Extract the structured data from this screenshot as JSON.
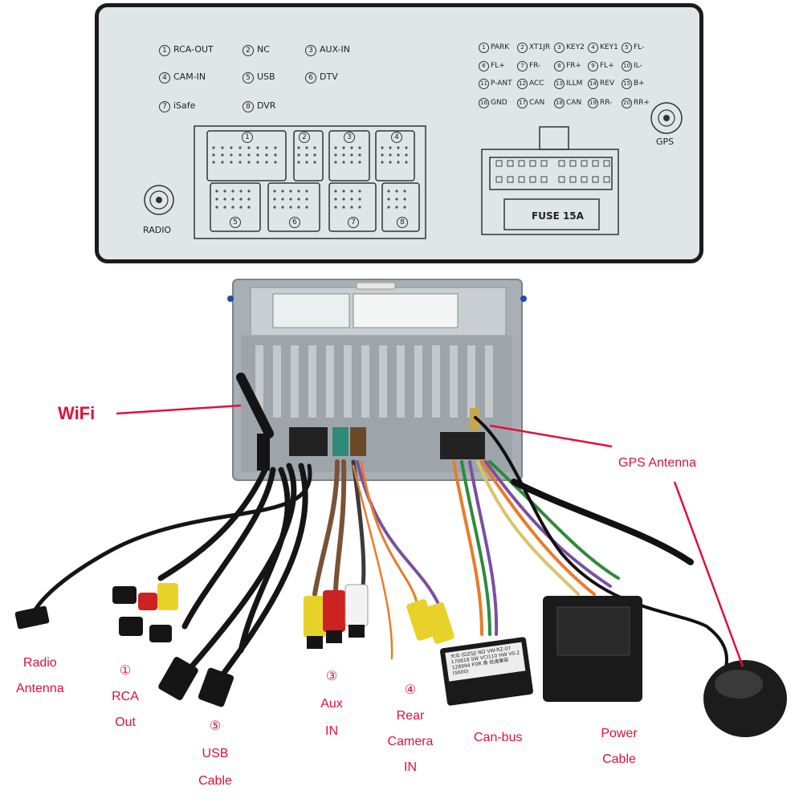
{
  "legend_left": [
    {
      "num": "1",
      "label": "RCA-OUT"
    },
    {
      "num": "2",
      "label": "NC"
    },
    {
      "num": "3",
      "label": "AUX-IN"
    },
    {
      "num": "4",
      "label": "CAM-IN"
    },
    {
      "num": "5",
      "label": "USB"
    },
    {
      "num": "6",
      "label": "DTV"
    },
    {
      "num": "7",
      "label": "iSafe"
    },
    {
      "num": "8",
      "label": "DVR"
    }
  ],
  "legend_right": [
    {
      "num": "1",
      "label": "PARK"
    },
    {
      "num": "2",
      "label": "XT1JR"
    },
    {
      "num": "3",
      "label": "KEY2"
    },
    {
      "num": "4",
      "label": "KEY1"
    },
    {
      "num": "5",
      "label": "FL-"
    },
    {
      "num": "6",
      "label": "FL+"
    },
    {
      "num": "7",
      "label": "FR-"
    },
    {
      "num": "8",
      "label": "FR+"
    },
    {
      "num": "9",
      "label": "FL+"
    },
    {
      "num": "10",
      "label": "IL-"
    },
    {
      "num": "11",
      "label": "P-ANT"
    },
    {
      "num": "12",
      "label": "ACC"
    },
    {
      "num": "13",
      "label": "ILLM"
    },
    {
      "num": "14",
      "label": "REV"
    },
    {
      "num": "15",
      "label": "B+"
    },
    {
      "num": "16",
      "label": "GND"
    },
    {
      "num": "17",
      "label": "CAN"
    },
    {
      "num": "18",
      "label": "CAN"
    },
    {
      "num": "19",
      "label": "RR-"
    },
    {
      "num": "20",
      "label": "RR+"
    }
  ],
  "panel": {
    "radio_label": "RADIO",
    "gps_label": "GPS",
    "fuse_label": "FUSE 15A",
    "connector_numbers": [
      "1",
      "2",
      "3",
      "4",
      "5",
      "6",
      "7",
      "8"
    ]
  },
  "callouts": {
    "wifi": "WiFi",
    "gps_antenna": "GPS Antenna",
    "radio_antenna": [
      "Radio",
      "Antenna"
    ],
    "rca_out": [
      "①",
      "RCA",
      "Out"
    ],
    "usb_cable": [
      "⑤",
      "USB",
      "Cable"
    ],
    "aux_in": [
      "③",
      "Aux",
      "IN"
    ],
    "rear_camera": [
      "④",
      "Rear",
      "Camera",
      "IN"
    ],
    "can_bus": "Can-bus",
    "power_cable": [
      "Power",
      "Cable"
    ]
  },
  "canbus_box": {
    "lines": [
      "大众",
      "(DZSJ)",
      "NO VW-RZ-07",
      "170818",
      "SW VCI110",
      "HW V0.2",
      "128994",
      "FOR 高 低速兼容",
      "(S600)"
    ]
  },
  "colors": {
    "callout": "#e0103a",
    "wire_orange": "#e87c2a",
    "wire_purple": "#7a4fa0",
    "wire_green": "#2e8a3a"
  }
}
